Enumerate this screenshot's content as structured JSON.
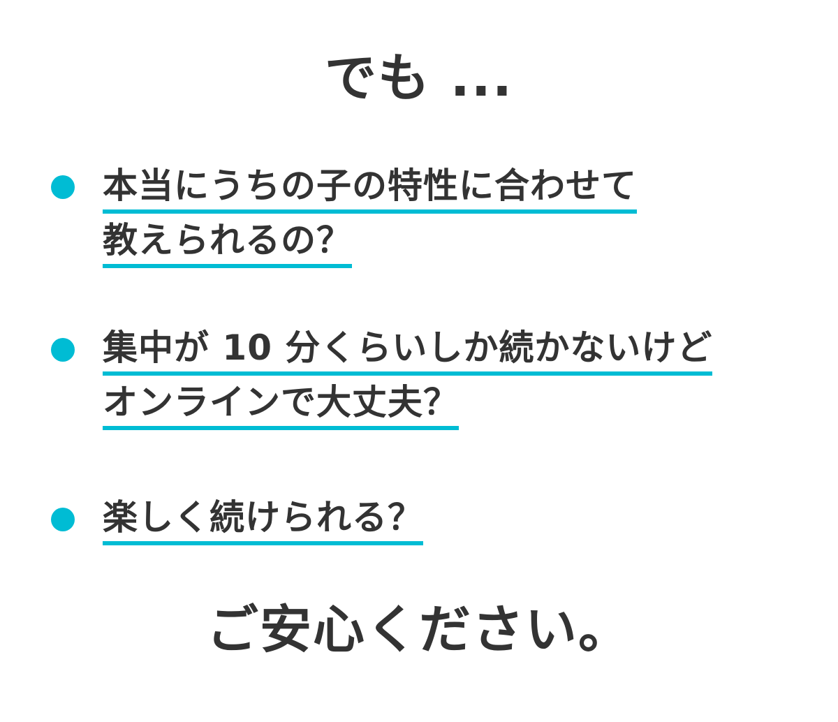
{
  "header": {
    "title": "でも ..."
  },
  "items": [
    {
      "lines": [
        "本当にうちの子の特性に合わせて",
        "教えられるの？"
      ]
    },
    {
      "lines": [
        "集中が 10 分くらいしか続かないけど",
        "オンラインで大丈夫？"
      ]
    },
    {
      "lines": [
        "楽しく続けられる？"
      ]
    }
  ],
  "footer": {
    "title": "ご安心ください。"
  },
  "colors": {
    "accent": "#00bcd4",
    "text": "#333333",
    "background": "#ffffff"
  }
}
